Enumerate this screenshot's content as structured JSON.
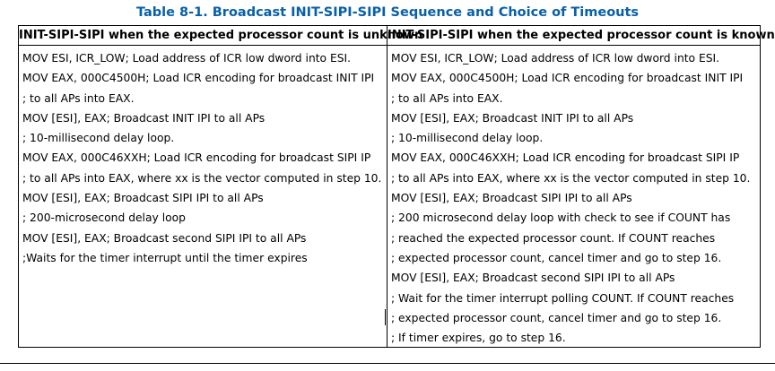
{
  "title": "Table 8-1.  Broadcast INIT-SIPI-SIPI Sequence and Choice of Timeouts",
  "columns": {
    "left": {
      "header": "INIT-SIPI-SIPI when the expected processor count is unknown",
      "lines": [
        "MOV ESI, ICR_LOW; Load address of ICR low dword into ESI.",
        "MOV EAX, 000C4500H; Load ICR encoding for broadcast INIT IPI",
        "; to all APs into EAX.",
        "MOV [ESI], EAX; Broadcast INIT IPI to all APs",
        "; 10-millisecond delay loop.",
        "MOV EAX, 000C46XXH; Load ICR encoding for broadcast SIPI IP",
        "; to all APs into EAX, where xx is the vector computed in step 10.",
        "MOV [ESI], EAX; Broadcast SIPI IPI to all APs",
        "; 200-microsecond delay loop",
        "MOV [ESI], EAX; Broadcast second SIPI IPI to all APs",
        ";Waits for the timer interrupt until the timer expires"
      ]
    },
    "right": {
      "header": "INIT-SIPI-SIPI when the expected processor count is known",
      "lines": [
        "MOV ESI, ICR_LOW; Load address of ICR low dword into ESI.",
        "MOV EAX, 000C4500H; Load ICR encoding for broadcast INIT IPI",
        "; to all APs into EAX.",
        "MOV [ESI], EAX; Broadcast INIT IPI to all APs",
        "; 10-millisecond delay loop.",
        "MOV EAX, 000C46XXH; Load ICR encoding for broadcast SIPI IP",
        "; to all APs into EAX, where xx is the vector computed in step 10.",
        "MOV [ESI], EAX; Broadcast SIPI IPI to all APs",
        "; 200 microsecond delay loop with check to see if COUNT has",
        "; reached the expected processor count. If COUNT reaches",
        "; expected processor count, cancel timer and go to step 16.",
        "MOV [ESI], EAX; Broadcast second SIPI IPI to all APs",
        "; Wait for the timer interrupt polling COUNT. If COUNT reaches",
        "; expected processor count, cancel timer and go to step 16.",
        "; If timer expires, go to step 16."
      ]
    }
  },
  "colors": {
    "title": "#0860a8",
    "text": "#000000",
    "border": "#000000"
  }
}
